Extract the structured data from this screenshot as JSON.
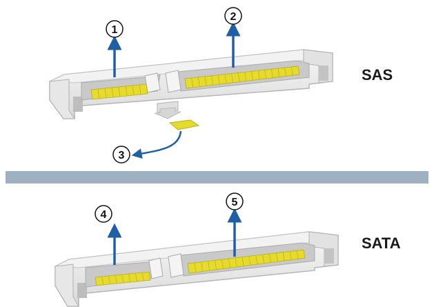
{
  "sas": {
    "label": "SAS",
    "callouts": [
      "1",
      "2",
      "3"
    ]
  },
  "sata": {
    "label": "SATA",
    "callouts": [
      "4",
      "5"
    ]
  },
  "colors": {
    "connector_body": "#ececec",
    "connector_shadow": "#bdbdbd",
    "connector_slot": "#c9c9c9",
    "pin_gold": "#e6db2c",
    "arrow_blue": "#1f5fa6",
    "divider": "#9fb0c0"
  }
}
